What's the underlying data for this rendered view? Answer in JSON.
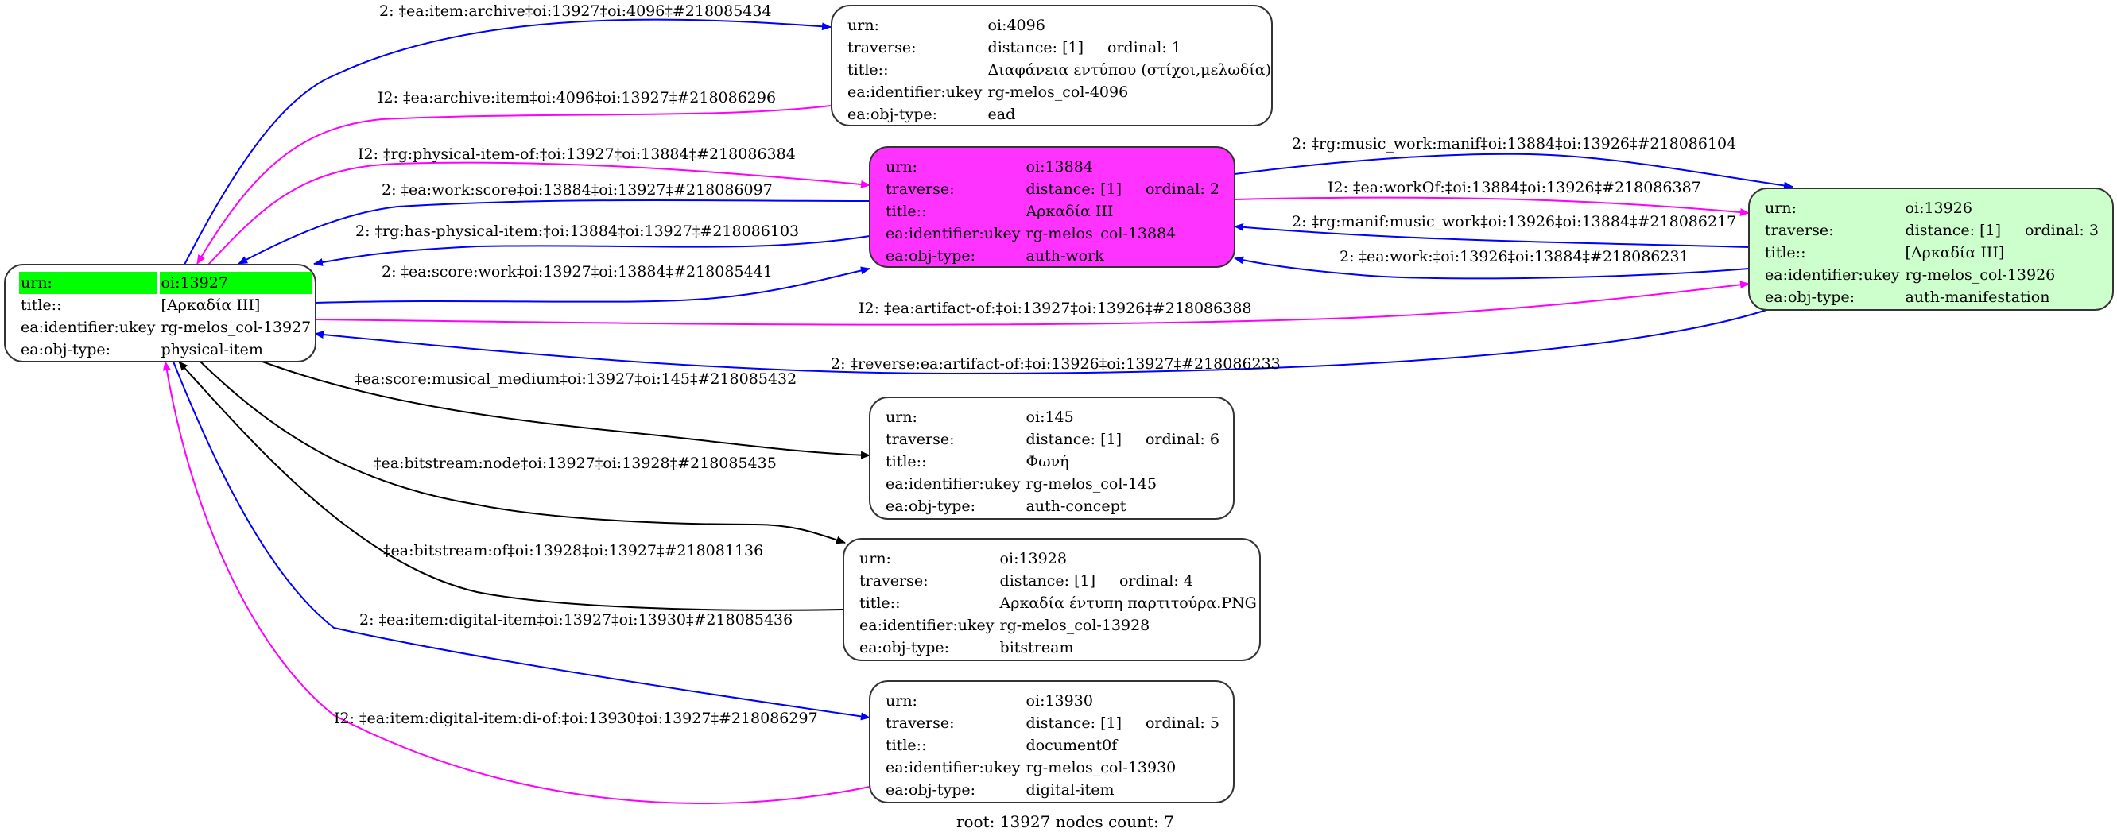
{
  "colors": {
    "root_highlight": "#00ff00",
    "work_node_fill": "#ff33ff",
    "manifestation_node_fill": "#ccffcc",
    "edge_blue": "#0000ff",
    "edge_magenta": "#ff00ff",
    "edge_black": "#000000"
  },
  "labels": {
    "urn": "urn:",
    "traverse": "traverse:",
    "title": "title::",
    "ukey": "ea:identifier:ukey",
    "objtype": "ea:obj-type:"
  },
  "nodes": {
    "root": {
      "urn": "oi:13927",
      "title": "[Αρκαδία III]",
      "ukey": "rg-melos_col-13927",
      "objtype": "physical-item"
    },
    "n4096": {
      "urn": "oi:4096",
      "distance": "distance: [1]",
      "ordinal": "ordinal: 1",
      "title": "Διαφάνεια εντύπου (στίχοι,μελωδία)",
      "ukey": "rg-melos_col-4096",
      "objtype": "ead"
    },
    "n13884": {
      "urn": "oi:13884",
      "distance": "distance: [1]",
      "ordinal": "ordinal: 2",
      "title": "Αρκαδία III",
      "ukey": "rg-melos_col-13884",
      "objtype": "auth-work"
    },
    "n13926": {
      "urn": "oi:13926",
      "distance": "distance: [1]",
      "ordinal": "ordinal: 3",
      "title": "[Αρκαδία III]",
      "ukey": "rg-melos_col-13926",
      "objtype": "auth-manifestation"
    },
    "n145": {
      "urn": "oi:145",
      "distance": "distance: [1]",
      "ordinal": "ordinal: 6",
      "title": "Φωνή",
      "ukey": "rg-melos_col-145",
      "objtype": "auth-concept"
    },
    "n13928": {
      "urn": "oi:13928",
      "distance": "distance: [1]",
      "ordinal": "ordinal: 4",
      "title": "Αρκαδία έντυπη παρτιτούρα.PNG",
      "ukey": "rg-melos_col-13928",
      "objtype": "bitstream"
    },
    "n13930": {
      "urn": "oi:13930",
      "distance": "distance: [1]",
      "ordinal": "ordinal: 5",
      "title": "document0f",
      "ukey": "rg-melos_col-13930",
      "objtype": "digital-item"
    }
  },
  "edges": [
    {
      "label": "2: ‡ea:item:archive‡oi:13927‡oi:4096‡#218085434",
      "color": "blue",
      "from": "oi:13927",
      "to": "oi:4096"
    },
    {
      "label": "I2: ‡ea:archive:item‡oi:4096‡oi:13927‡#218086296",
      "color": "magenta",
      "from": "oi:4096",
      "to": "oi:13927"
    },
    {
      "label": "I2: ‡rg:physical-item-of:‡oi:13927‡oi:13884‡#218086384",
      "color": "magenta",
      "from": "oi:13927",
      "to": "oi:13884"
    },
    {
      "label": "2: ‡ea:work:score‡oi:13884‡oi:13927‡#218086097",
      "color": "blue",
      "from": "oi:13884",
      "to": "oi:13927"
    },
    {
      "label": "2: ‡rg:has-physical-item:‡oi:13884‡oi:13927‡#218086103",
      "color": "blue",
      "from": "oi:13884",
      "to": "oi:13927"
    },
    {
      "label": "2: ‡ea:score:work‡oi:13927‡oi:13884‡#218085441",
      "color": "blue",
      "from": "oi:13927",
      "to": "oi:13884"
    },
    {
      "label": "2: ‡rg:music_work:manif‡oi:13884‡oi:13926‡#218086104",
      "color": "blue",
      "from": "oi:13884",
      "to": "oi:13926"
    },
    {
      "label": "I2: ‡ea:workOf:‡oi:13884‡oi:13926‡#218086387",
      "color": "magenta",
      "from": "oi:13884",
      "to": "oi:13926"
    },
    {
      "label": "2: ‡rg:manif:music_work‡oi:13926‡oi:13884‡#218086217",
      "color": "blue",
      "from": "oi:13926",
      "to": "oi:13884"
    },
    {
      "label": "2: ‡ea:work:‡oi:13926‡oi:13884‡#218086231",
      "color": "blue",
      "from": "oi:13926",
      "to": "oi:13884"
    },
    {
      "label": "I2: ‡ea:artifact-of:‡oi:13927‡oi:13926‡#218086388",
      "color": "magenta",
      "from": "oi:13927",
      "to": "oi:13926"
    },
    {
      "label": "2: ‡reverse:ea:artifact-of:‡oi:13926‡oi:13927‡#218086233",
      "color": "blue",
      "from": "oi:13926",
      "to": "oi:13927"
    },
    {
      "label": "‡ea:score:musical_medium‡oi:13927‡oi:145‡#218085432",
      "color": "black",
      "from": "oi:13927",
      "to": "oi:145"
    },
    {
      "label": "‡ea:bitstream:node‡oi:13927‡oi:13928‡#218085435",
      "color": "black",
      "from": "oi:13927",
      "to": "oi:13928"
    },
    {
      "label": "‡ea:bitstream:of‡oi:13928‡oi:13927‡#218081136",
      "color": "black",
      "from": "oi:13928",
      "to": "oi:13927"
    },
    {
      "label": "2: ‡ea:item:digital-item‡oi:13927‡oi:13930‡#218085436",
      "color": "blue",
      "from": "oi:13927",
      "to": "oi:13930"
    },
    {
      "label": "I2: ‡ea:item:digital-item:di-of:‡oi:13930‡oi:13927‡#218086297",
      "color": "magenta",
      "from": "oi:13930",
      "to": "oi:13927"
    }
  ],
  "caption": "root: 13927 nodes count: 7"
}
